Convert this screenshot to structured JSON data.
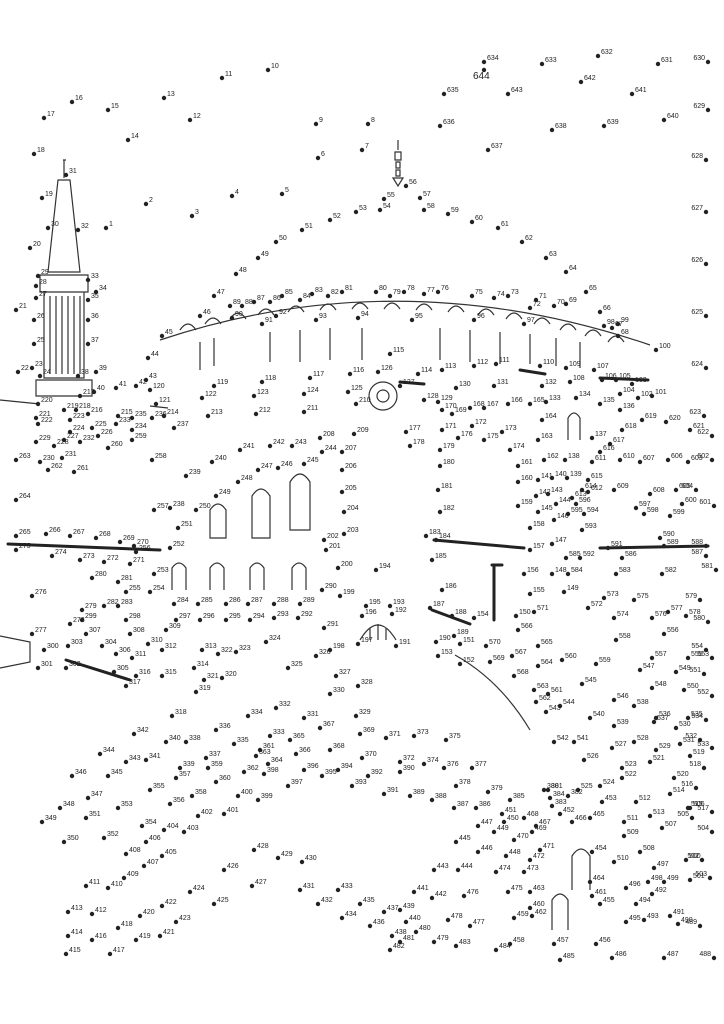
{
  "puzzle": {
    "final_number": "644",
    "dots": [
      "1",
      "2",
      "3",
      "4",
      "5",
      "6",
      "7",
      "8",
      "9",
      "10",
      "11",
      "12",
      "13",
      "14",
      "15",
      "16",
      "17",
      "18",
      "19",
      "20",
      "21",
      "22",
      "23",
      "24",
      "25",
      "26",
      "27",
      "28",
      "29",
      "30",
      "31",
      "32",
      "33",
      "34",
      "35",
      "36",
      "37",
      "38",
      "39",
      "40",
      "41",
      "42",
      "43",
      "44",
      "45",
      "46",
      "47",
      "48",
      "49",
      "50",
      "51",
      "52",
      "53",
      "54",
      "55",
      "56",
      "57",
      "58",
      "59",
      "60",
      "61",
      "62",
      "63",
      "64",
      "65",
      "66",
      "67",
      "68",
      "69",
      "70",
      "71",
      "72",
      "73",
      "74",
      "75",
      "76",
      "77",
      "78",
      "79",
      "80",
      "81",
      "82",
      "83",
      "84",
      "85",
      "86",
      "87",
      "88",
      "89",
      "90",
      "91",
      "92",
      "93",
      "94",
      "95",
      "96",
      "97",
      "98",
      "99",
      "100",
      "101",
      "102",
      "103",
      "104",
      "105",
      "106",
      "107",
      "108",
      "109",
      "110",
      "111",
      "112",
      "113",
      "114",
      "115",
      "116",
      "117",
      "118",
      "119",
      "120",
      "121",
      "122",
      "123",
      "124",
      "125",
      "126",
      "127",
      "128",
      "129",
      "130",
      "131",
      "132",
      "133",
      "134",
      "135",
      "136",
      "137",
      "138",
      "139",
      "140",
      "141",
      "142",
      "143",
      "144",
      "145",
      "146",
      "147",
      "148",
      "149",
      "150",
      "151",
      "152",
      "153",
      "154",
      "155",
      "156",
      "157",
      "158",
      "159",
      "160",
      "161",
      "162",
      "163",
      "164",
      "165",
      "166",
      "167",
      "168",
      "169",
      "170",
      "171",
      "172",
      "173",
      "174",
      "175",
      "176",
      "177",
      "178",
      "179",
      "180",
      "181",
      "182",
      "183",
      "184",
      "185",
      "186",
      "187",
      "188",
      "189",
      "190",
      "191",
      "192",
      "193",
      "194",
      "195",
      "196",
      "197",
      "198",
      "199",
      "200",
      "201",
      "202",
      "203",
      "204",
      "205",
      "206",
      "207",
      "208",
      "209",
      "210",
      "211",
      "212",
      "213",
      "214",
      "215",
      "216",
      "217",
      "218",
      "219",
      "220",
      "221",
      "222",
      "223",
      "224",
      "225",
      "226",
      "227",
      "228",
      "229",
      "230",
      "231",
      "232",
      "233",
      "234",
      "235",
      "236",
      "237",
      "238",
      "239",
      "240",
      "241",
      "242",
      "243",
      "244",
      "245",
      "246",
      "247",
      "248",
      "249",
      "250",
      "251",
      "252",
      "253",
      "254",
      "255",
      "256",
      "257",
      "258",
      "259",
      "260",
      "261",
      "262",
      "263",
      "264",
      "265",
      "266",
      "267",
      "268",
      "269",
      "270",
      "271",
      "272",
      "273",
      "274",
      "275",
      "276",
      "277",
      "278",
      "279",
      "280",
      "281",
      "282",
      "283",
      "284",
      "285",
      "286",
      "287",
      "288",
      "289",
      "290",
      "291",
      "292",
      "293",
      "294",
      "295",
      "296",
      "297",
      "298",
      "299",
      "300",
      "301",
      "302",
      "303",
      "304",
      "305",
      "306",
      "307",
      "308",
      "309",
      "310",
      "311",
      "312",
      "313",
      "314",
      "315",
      "316",
      "317",
      "318",
      "319",
      "320",
      "321",
      "322",
      "323",
      "324",
      "325",
      "326",
      "327",
      "328",
      "329",
      "330",
      "331",
      "332",
      "333",
      "334",
      "335",
      "336",
      "337",
      "338",
      "339",
      "340",
      "341",
      "342",
      "343",
      "344",
      "345",
      "346",
      "347",
      "348",
      "349",
      "350",
      "351",
      "352",
      "353",
      "354",
      "355",
      "356",
      "357",
      "358",
      "359",
      "360",
      "361",
      "362",
      "363",
      "364",
      "365",
      "366",
      "367",
      "368",
      "369",
      "370",
      "371",
      "372",
      "373",
      "374",
      "375",
      "376",
      "377",
      "378",
      "379",
      "380",
      "381",
      "382",
      "383",
      "384",
      "385",
      "386",
      "387",
      "388",
      "389",
      "390",
      "391",
      "392",
      "393",
      "394",
      "395",
      "396",
      "397",
      "398",
      "399",
      "400",
      "401",
      "402",
      "403",
      "404",
      "405",
      "406",
      "407",
      "408",
      "409",
      "410",
      "411",
      "412",
      "413",
      "414",
      "415",
      "416",
      "417",
      "418",
      "419",
      "420",
      "421",
      "422",
      "423",
      "424",
      "425",
      "426",
      "427",
      "428",
      "429",
      "430",
      "431",
      "432",
      "433",
      "434",
      "435",
      "436",
      "437",
      "438",
      "439",
      "440",
      "441",
      "442",
      "443",
      "444",
      "445",
      "446",
      "447",
      "448",
      "449",
      "450",
      "451",
      "452",
      "453",
      "454",
      "455",
      "456",
      "457",
      "458",
      "459",
      "460",
      "461",
      "462",
      "463",
      "464",
      "465",
      "466",
      "467",
      "468",
      "469",
      "470",
      "471",
      "472",
      "473",
      "474",
      "475",
      "476",
      "477",
      "478",
      "479",
      "480",
      "481",
      "482",
      "483",
      "484",
      "485",
      "486",
      "487",
      "488",
      "489",
      "490",
      "491",
      "492",
      "493",
      "494",
      "495",
      "496",
      "497",
      "498",
      "499",
      "500",
      "501",
      "502",
      "503",
      "504",
      "505",
      "506",
      "507",
      "508",
      "509",
      "510",
      "511",
      "512",
      "513",
      "514",
      "515",
      "516",
      "517",
      "518",
      "519",
      "520",
      "521",
      "522",
      "523",
      "524",
      "525",
      "526",
      "527",
      "528",
      "529",
      "530",
      "531",
      "532",
      "533",
      "534",
      "535",
      "536",
      "537",
      "538",
      "539",
      "540",
      "541",
      "542",
      "543",
      "544",
      "545",
      "546",
      "547",
      "548",
      "549",
      "550",
      "551",
      "552",
      "553",
      "554",
      "555",
      "556",
      "557",
      "558",
      "559",
      "560",
      "561",
      "562",
      "563",
      "564",
      "565",
      "566",
      "567",
      "568",
      "569",
      "570",
      "571",
      "572",
      "573",
      "574",
      "575",
      "576",
      "577",
      "578",
      "579",
      "580",
      "581",
      "582",
      "583",
      "584",
      "585",
      "586",
      "587",
      "588",
      "589",
      "590",
      "591",
      "592",
      "593",
      "594",
      "595",
      "596",
      "597",
      "598",
      "599",
      "600",
      "601",
      "602",
      "603",
      "604",
      "605",
      "606",
      "607",
      "608",
      "609",
      "610",
      "611",
      "612",
      "613",
      "614",
      "615",
      "616",
      "617",
      "618",
      "619",
      "620",
      "621",
      "622",
      "623",
      "624",
      "625",
      "626",
      "627",
      "628",
      "629",
      "630",
      "631",
      "632",
      "633",
      "634",
      "635",
      "636",
      "637",
      "638",
      "639",
      "640",
      "641",
      "642",
      "643",
      "644"
    ]
  }
}
